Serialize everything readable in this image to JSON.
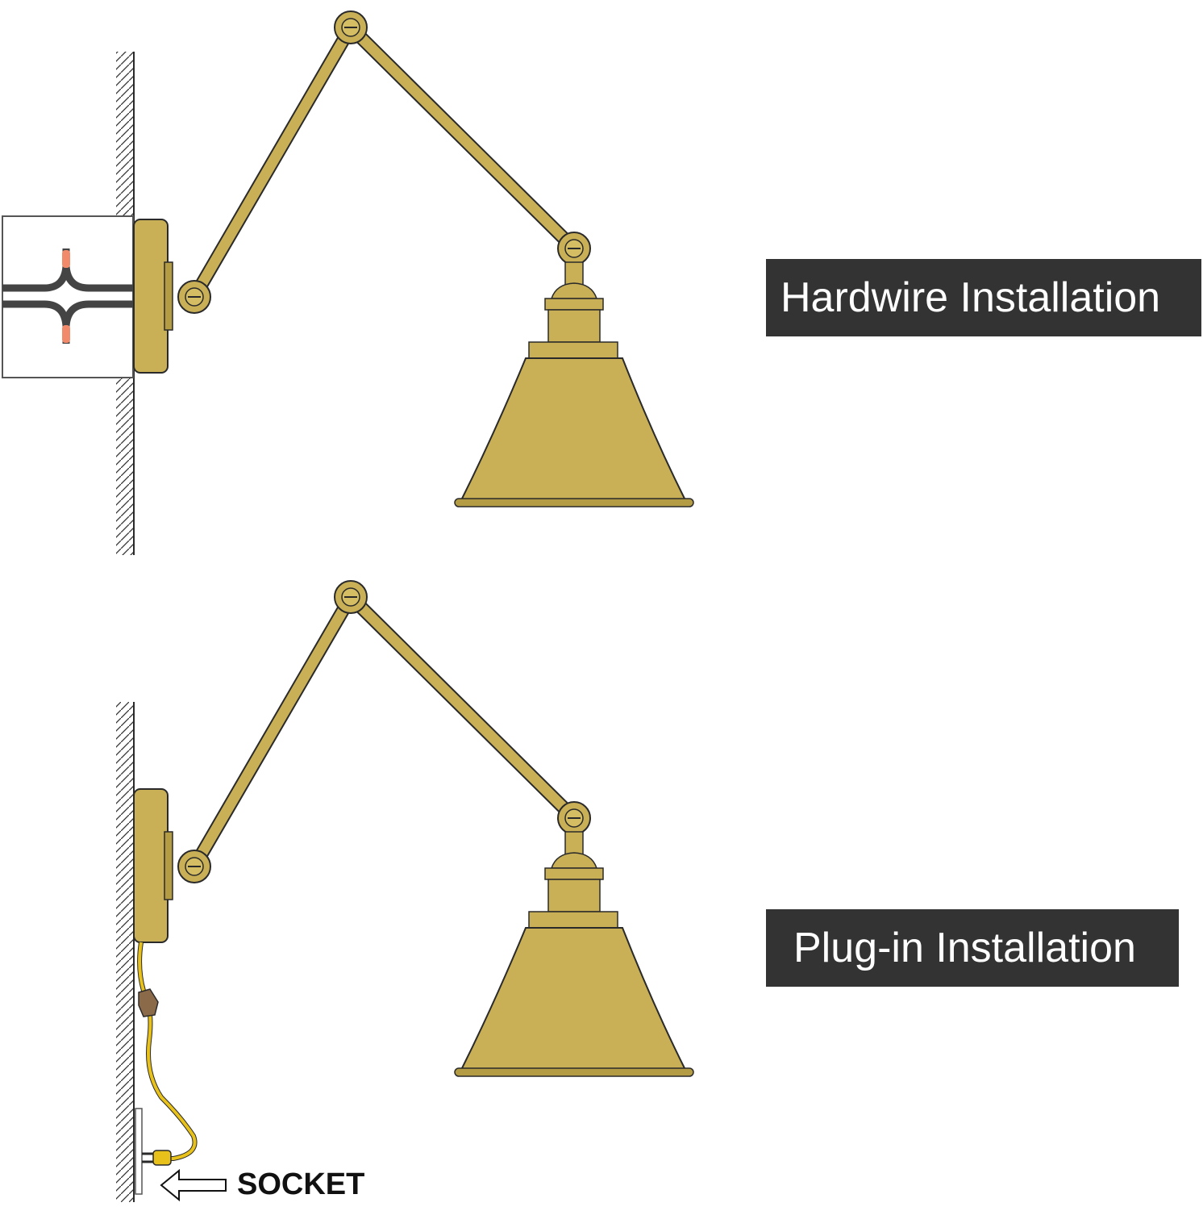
{
  "labels": {
    "hardwire": "Hardwire Installation",
    "plugin": "Plug-in Installation",
    "socket": "SOCKET"
  },
  "colors": {
    "brass": "#c9b056",
    "brass_light": "#d4bd63",
    "brass_dark": "#b39c44",
    "outline": "#2a2a2a",
    "wire": "#444444",
    "wire_tip": "#f08a6a",
    "cord": "#e8c21a",
    "cord_switch": "#8b6a4a",
    "label_bg": "#333333",
    "label_text": "#ffffff"
  },
  "icons": [
    "wall-hatch",
    "junction-box",
    "sconce-lamp",
    "power-cord",
    "plug",
    "arrow-left"
  ]
}
